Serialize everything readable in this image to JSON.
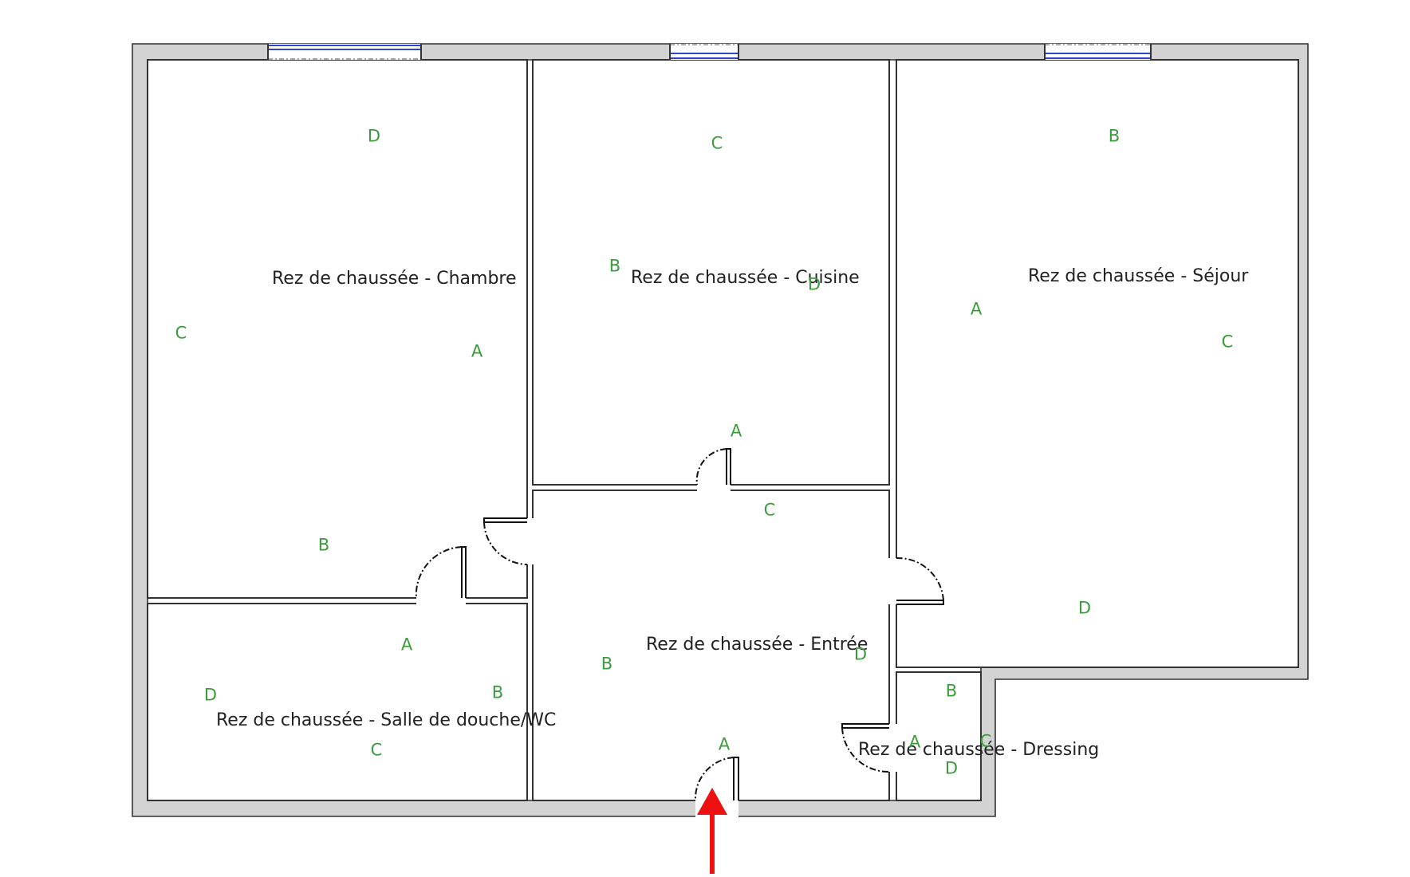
{
  "colors": {
    "wall_fill": "#d3d3d3",
    "wall_stroke": "#333333",
    "letter": "#3a9c3a",
    "window": "#3344cc",
    "arrow": "#ee1111"
  },
  "rooms": [
    {
      "id": "chambre",
      "label": "Rez de chaussée - Chambre"
    },
    {
      "id": "cuisine",
      "label": "Rez de chaussée - Cuisine"
    },
    {
      "id": "sejour",
      "label": "Rez de chaussée - Séjour"
    },
    {
      "id": "entree",
      "label": "Rez de chaussée - Entrée"
    },
    {
      "id": "sdb",
      "label": "Rez de chaussée - Salle de douche/WC"
    },
    {
      "id": "dressing",
      "label": "Rez de chaussée - Dressing"
    }
  ],
  "wall_letters": {
    "chambre": [
      "A",
      "B",
      "C",
      "D"
    ],
    "cuisine": [
      "A",
      "B",
      "C",
      "D"
    ],
    "sejour": [
      "A",
      "B",
      "C",
      "D"
    ],
    "entree": [
      "A",
      "B",
      "C",
      "D"
    ],
    "sdb": [
      "A",
      "B",
      "C",
      "D"
    ],
    "dressing": [
      "A",
      "B",
      "C",
      "D"
    ]
  },
  "entrance_arrow": {
    "icon": "arrow-up-icon"
  }
}
